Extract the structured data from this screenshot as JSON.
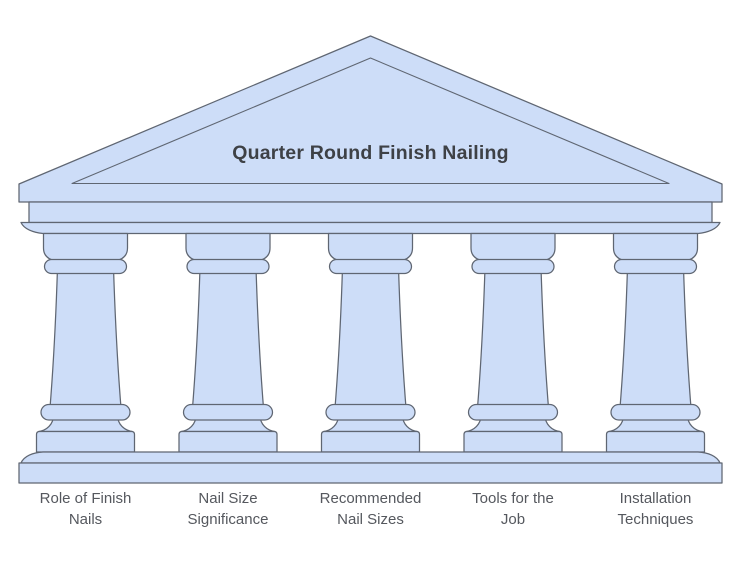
{
  "title": "Quarter Round Finish Nailing",
  "pillars": [
    {
      "label": "Role of Finish Nails",
      "lines": [
        "Role of Finish",
        "Nails"
      ]
    },
    {
      "label": "Nail Size Significance",
      "lines": [
        "Nail Size",
        "Significance"
      ]
    },
    {
      "label": "Recommended Nail Sizes",
      "lines": [
        "Recommended",
        "Nail Sizes"
      ]
    },
    {
      "label": "Tools for the Job",
      "lines": [
        "Tools for the",
        "Job"
      ]
    },
    {
      "label": "Installation Techniques",
      "lines": [
        "Installation",
        "Techniques"
      ]
    }
  ],
  "colors": {
    "fill": "#cdddf8",
    "stroke": "#5f6672",
    "title_text": "#3e4146",
    "label_text": "#55585e",
    "background": "#ffffff"
  }
}
